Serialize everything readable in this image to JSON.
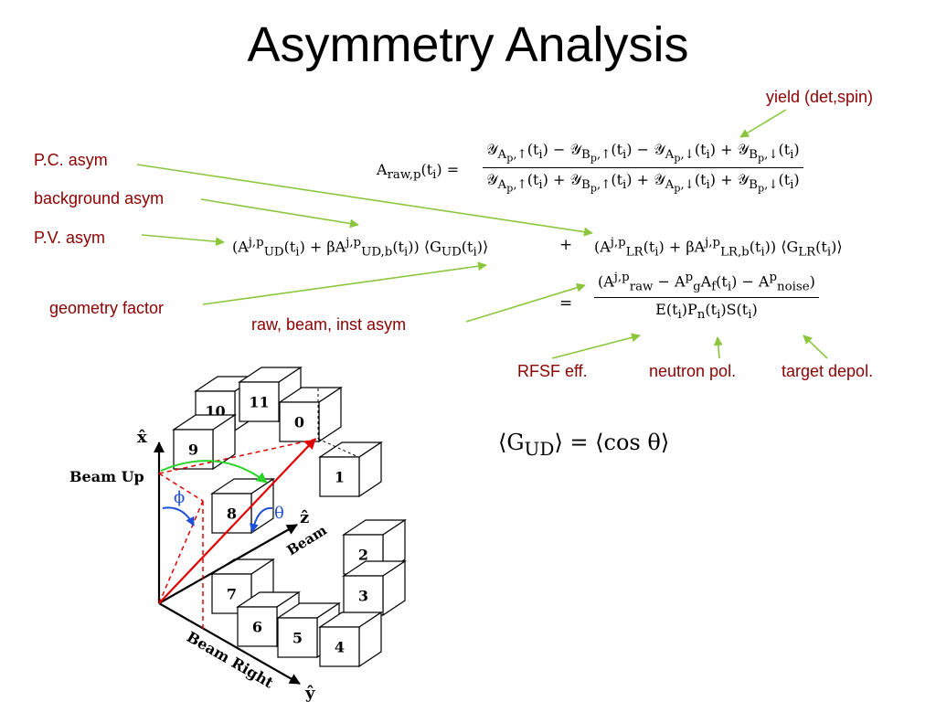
{
  "title": "Asymmetry Analysis",
  "labels": {
    "yield": "yield (det,spin)",
    "pc_asym": "P.C. asym",
    "background_asym": "background asym",
    "pv_asym": "P.V. asym",
    "geometry_factor": "geometry factor",
    "raw_beam_inst": "raw, beam, inst  asym",
    "rfsf": "RFSF eff.",
    "neutron_pol": "neutron pol.",
    "target_depol": "target depol."
  },
  "equations": {
    "lhs": "A<sub>raw,p</sub>(t<sub>i</sub>) =",
    "raw_num": "𝒴<sub>A<sub>p</sub>,↑</sub>(t<sub>i</sub>) − 𝒴<sub>B<sub>p</sub>,↑</sub>(t<sub>i</sub>) − 𝒴<sub>A<sub>p</sub>,↓</sub>(t<sub>i</sub>) + 𝒴<sub>B<sub>p</sub>,↓</sub>(t<sub>i</sub>)",
    "raw_den": "𝒴<sub>A<sub>p</sub>,↑</sub>(t<sub>i</sub>) + 𝒴<sub>B<sub>p</sub>,↑</sub>(t<sub>i</sub>) + 𝒴<sub>A<sub>p</sub>,↓</sub>(t<sub>i</sub>) + 𝒴<sub>B<sub>p</sub>,↓</sub>(t<sub>i</sub>)",
    "ud_term": "(A<sup>j,p</sup><sub>UD</sub>(t<sub>i</sub>) + βA<sup>j,p</sup><sub>UD,b</sub>(t<sub>i</sub>)) ⟨G<sub>UD</sub>(t<sub>i</sub>)⟩",
    "plus": "+",
    "lr_term": "(A<sup>j,p</sup><sub>LR</sub>(t<sub>i</sub>) + βA<sup>j,p</sup><sub>LR,b</sub>(t<sub>i</sub>)) ⟨G<sub>LR</sub>(t<sub>i</sub>)⟩",
    "equals": "=",
    "corr_num": "(A<sup>j,p</sup><sub>raw</sub> − A<sup>p</sup><sub>g</sub>A<sub>f</sub>(t<sub>i</sub>) − A<sup>p</sup><sub>noise</sub>)",
    "corr_den": "E(t<sub>i</sub>)P<sub>n</sub>(t<sub>i</sub>)S(t<sub>i</sub>)",
    "gud": "⟨G<sub>UD</sub>⟩ = ⟨cos θ⟩"
  },
  "diagram": {
    "axis_x": "x̂",
    "axis_y": "ŷ",
    "axis_z": "ẑ",
    "beam_up": "Beam Up",
    "beam_right": "Beam Right",
    "beam": "Beam",
    "phi": "ϕ",
    "theta": "θ",
    "detectors": [
      "0",
      "1",
      "2",
      "3",
      "4",
      "5",
      "6",
      "7",
      "8",
      "9",
      "10",
      "11"
    ]
  },
  "colors": {
    "label": "#8b0000",
    "arrow_green": "#8cc63f",
    "vector_red": "#e00000",
    "theta_blue": "#1f4fd8",
    "arc_green": "#2bd42b"
  }
}
